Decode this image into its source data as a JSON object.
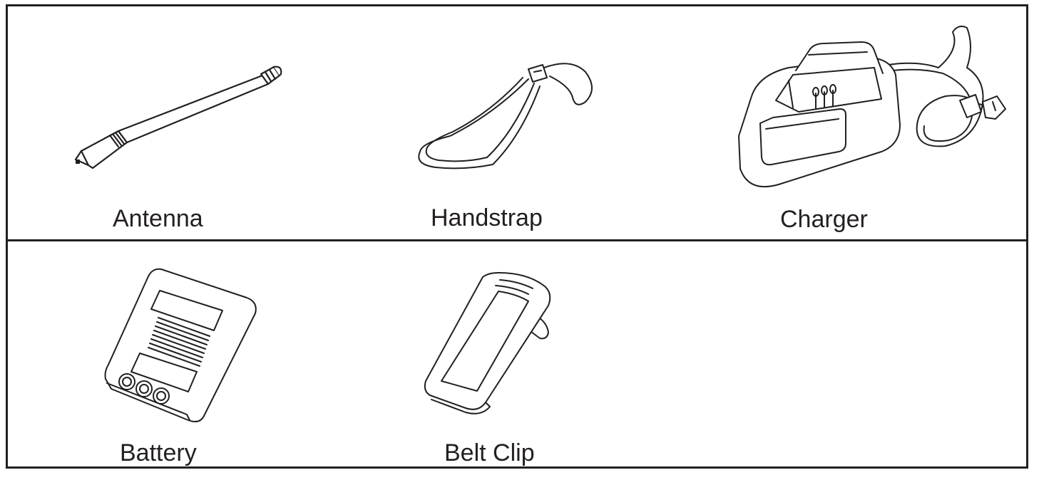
{
  "items": [
    {
      "label": "Antenna",
      "icon": "antenna-icon"
    },
    {
      "label": "Handstrap",
      "icon": "handstrap-icon"
    },
    {
      "label": "Charger",
      "icon": "charger-icon"
    },
    {
      "label": "Battery",
      "icon": "battery-icon"
    },
    {
      "label": "Belt Clip",
      "icon": "belt-clip-icon"
    }
  ],
  "colors": {
    "line": "#231f20",
    "background": "#ffffff"
  }
}
